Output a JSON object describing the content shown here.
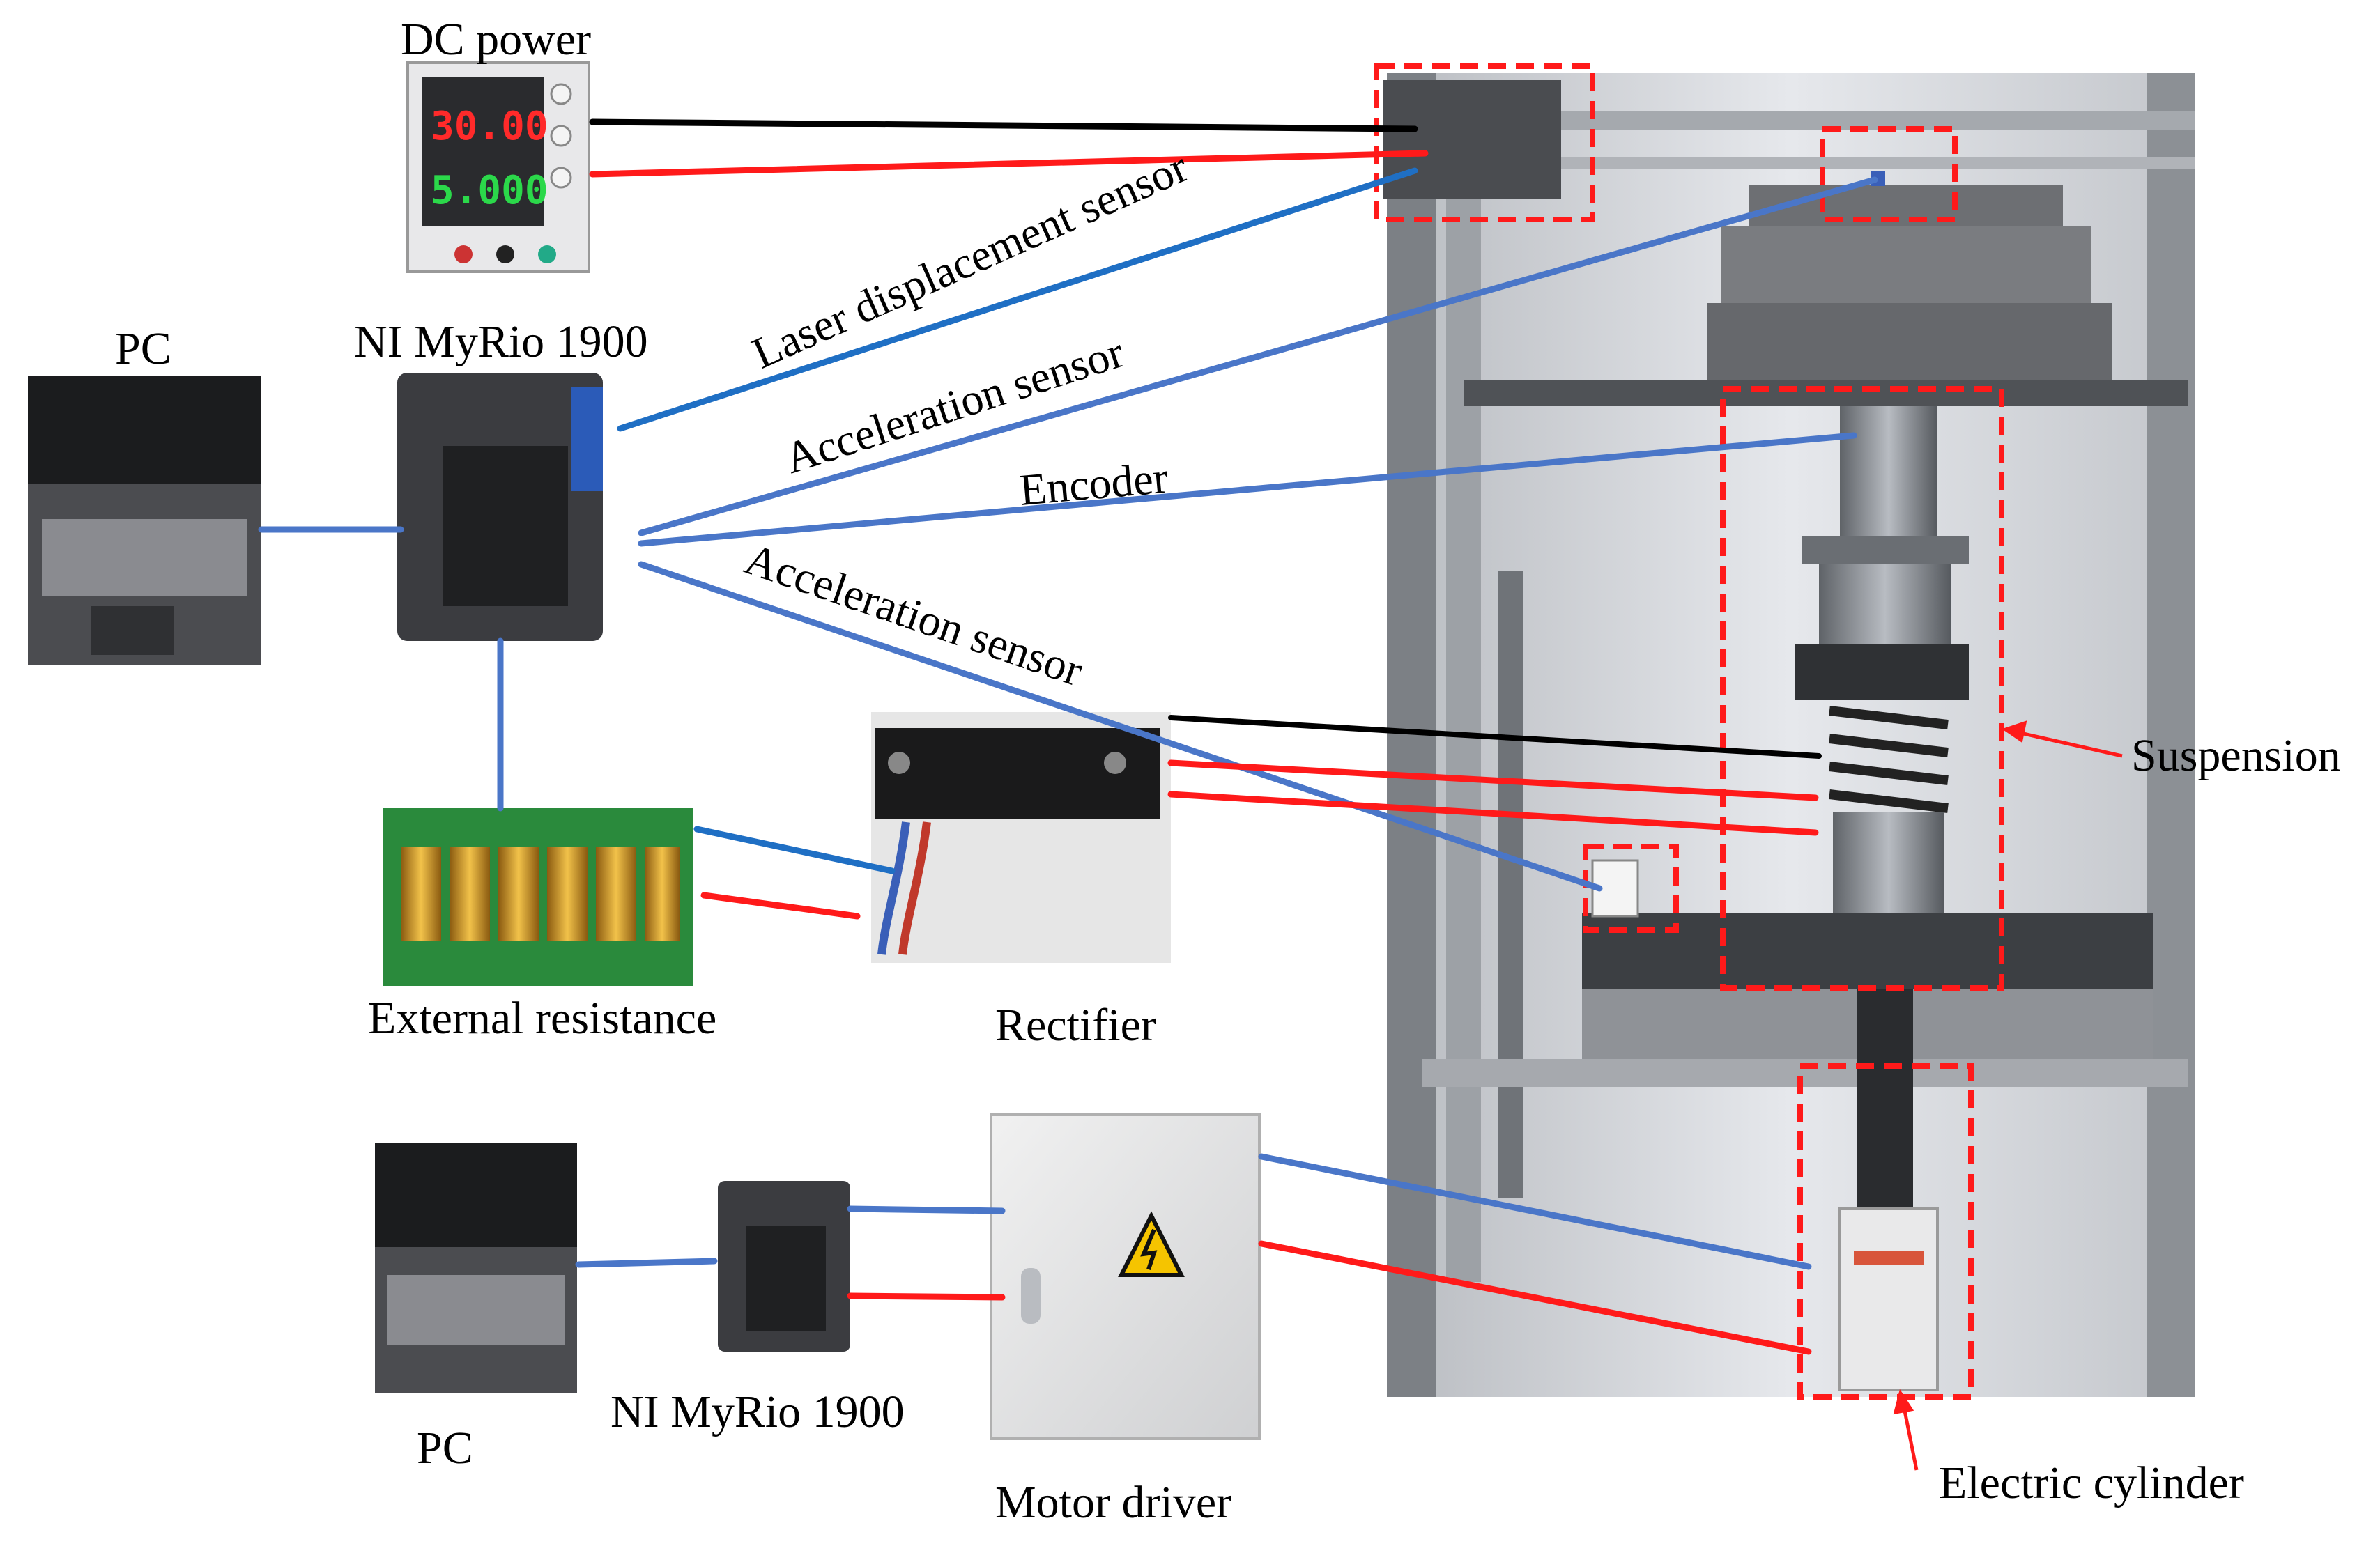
{
  "labels": {
    "dc_power": "DC power",
    "pc_top": "PC",
    "myrio_top": "NI MyRio 1900",
    "laser": "Laser displacement sensor",
    "accel_1": "Acceleration sensor",
    "encoder": "Encoder",
    "accel_2": "Acceleration sensor",
    "external_resistance": "External resistance",
    "rectifier": "Rectifier",
    "suspension": "Suspension",
    "pc_bottom": "PC",
    "myrio_bottom": "NI MyRio 1900",
    "motor_driver": "Motor driver",
    "electric_cylinder": "Electric cylinder"
  },
  "device_text": {
    "dc_voltage": "30.00",
    "dc_current": "5.000"
  },
  "colors": {
    "blue_wire": "#4a76c8",
    "red_wire": "#ff1a1a",
    "black_wire": "#000000",
    "highlight_box": "#ff1a1a"
  }
}
